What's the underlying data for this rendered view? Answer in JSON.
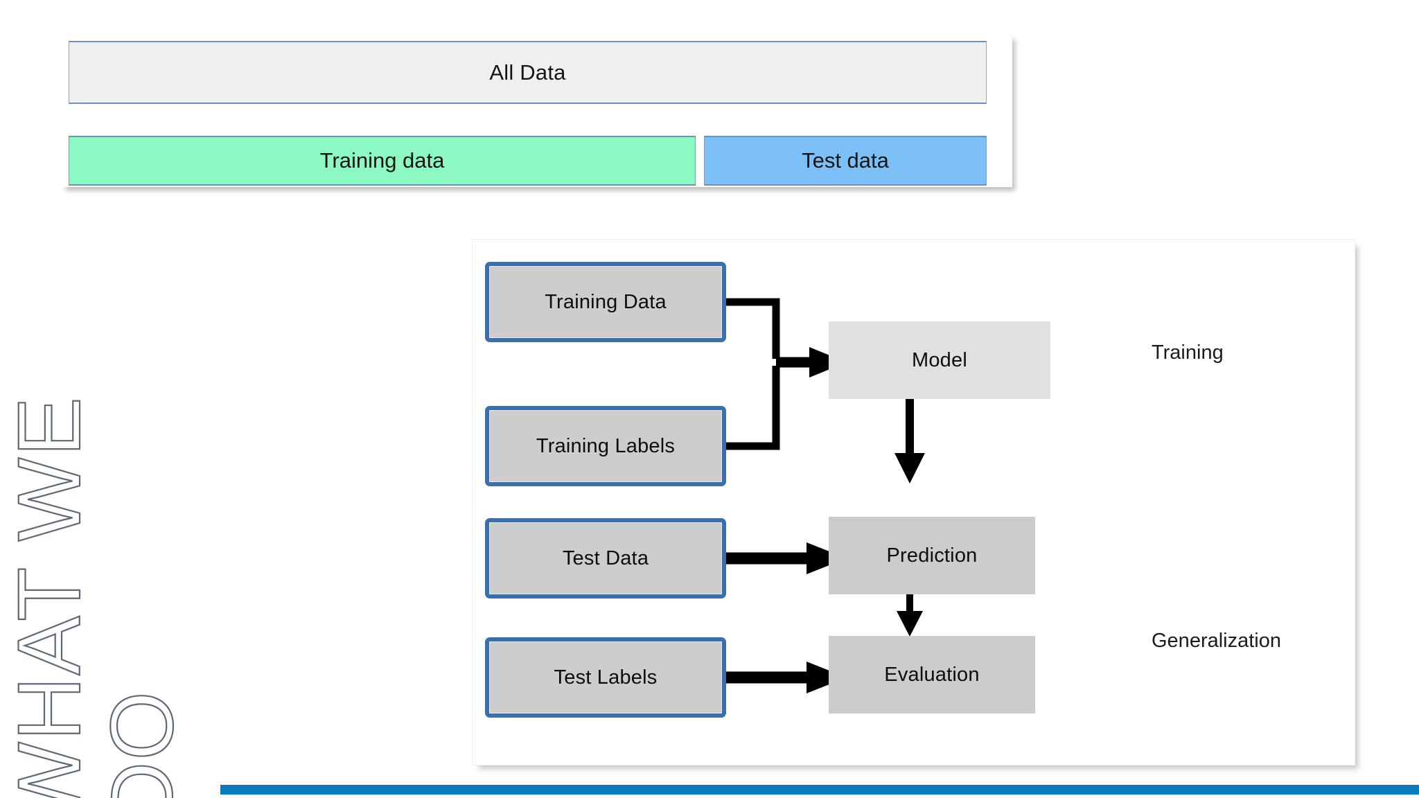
{
  "slide": {
    "vertical_title_lines": [
      "WHAT WE",
      "DO"
    ],
    "accent_color": "#0c7cc0",
    "title_outline_color": "#5d6775"
  },
  "split_figure": {
    "all_data": {
      "label": "All Data",
      "fill": "#efefef",
      "border": "#6f8fbe"
    },
    "training": {
      "label": "Training data",
      "fill": "#8cf8c2",
      "border": "#6f8fbe"
    },
    "test": {
      "label": "Test data",
      "fill": "#7cc0f7",
      "border": "#6f8fbe"
    }
  },
  "flowchart": {
    "source_boxes": [
      {
        "label": "Training Data",
        "frame": "#3a6fad",
        "fill": "#cdcdcd"
      },
      {
        "label": "Training Labels",
        "frame": "#3a6fad",
        "fill": "#cdcdcd"
      },
      {
        "label": "Test Data",
        "frame": "#3a6fad",
        "fill": "#cdcdcd"
      },
      {
        "label": "Test Labels",
        "frame": "#3a6fad",
        "fill": "#cdcdcd"
      }
    ],
    "process_boxes": [
      {
        "label": "Model",
        "fill": "#e0e0e0"
      },
      {
        "label": "Prediction",
        "fill": "#cccccc"
      },
      {
        "label": "Evaluation",
        "fill": "#cccccc"
      }
    ],
    "stage_labels": [
      {
        "label": "Training"
      },
      {
        "label": "Generalization"
      }
    ],
    "connections": [
      {
        "from": "Training Data",
        "to": "Model"
      },
      {
        "from": "Training Labels",
        "to": "Model"
      },
      {
        "from": "Model",
        "to": "Prediction"
      },
      {
        "from": "Test Data",
        "to": "Prediction"
      },
      {
        "from": "Prediction",
        "to": "Evaluation"
      },
      {
        "from": "Test Labels",
        "to": "Evaluation"
      }
    ],
    "arrow_color": "#000000"
  }
}
